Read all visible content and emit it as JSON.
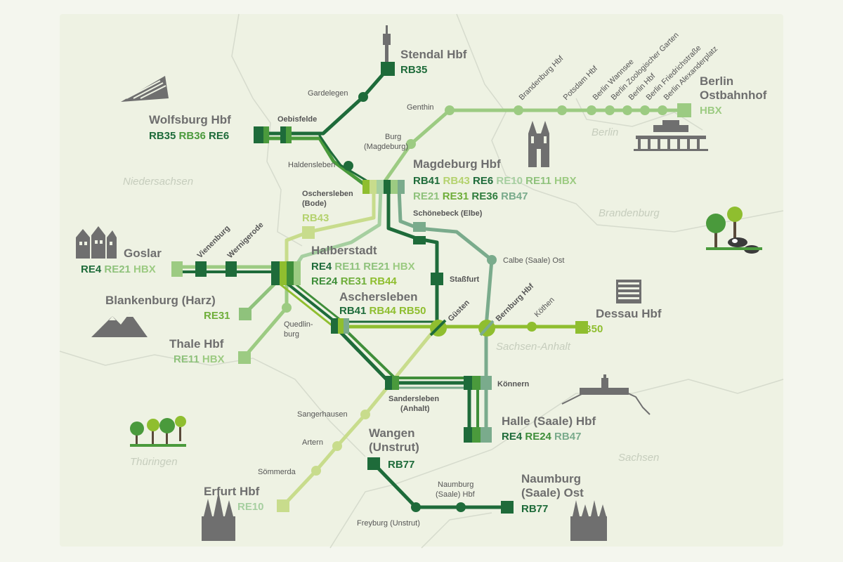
{
  "colors": {
    "background": "#f4f6ee",
    "map_panel": "#eef2e3",
    "border": "#d3d8ca",
    "dark_green": "#1e6b3a",
    "mid_green": "#4a9a3c",
    "lime_green": "#8fbe2f",
    "light_green": "#c8dc8c",
    "pale_green": "#9ccb82",
    "teal_green": "#7aab8c",
    "grey_icon": "#6f6f6f"
  },
  "regions": {
    "niedersachsen": "Niedersachsen",
    "berlin": "Berlin",
    "brandenburg": "Brandenburg",
    "sachsen_anhalt": "Sachsen-Anhalt",
    "thueringen": "Thüringen",
    "sachsen": "Sachsen"
  },
  "hubs": {
    "stendal": {
      "name": "Stendal Hbf",
      "lines": [
        "RB35"
      ]
    },
    "wolfsburg": {
      "name": "Wolfsburg Hbf",
      "lines": [
        "RB35",
        "RB36",
        "RE6"
      ]
    },
    "berlin_ost": {
      "name_1": "Berlin",
      "name_2": "Ostbahnhof",
      "lines": [
        "HBX"
      ]
    },
    "magdeburg": {
      "name": "Magdeburg Hbf",
      "lines_row1": [
        "RB41",
        "RB43",
        "RE6",
        "RE10",
        "RE11",
        "HBX"
      ],
      "lines_row2": [
        "RE21",
        "RE31",
        "RE36",
        "RB47"
      ]
    },
    "oschersleben": {
      "name_1": "Oschersleben",
      "name_2": "(Bode)",
      "lines": [
        "RB43"
      ]
    },
    "goslar": {
      "name": "Goslar",
      "lines": [
        "RE4",
        "RE21",
        "HBX"
      ]
    },
    "halberstadt": {
      "name": "Halberstadt",
      "lines_row1": [
        "RE4",
        "RE11",
        "RE21",
        "HBX"
      ],
      "lines_row2": [
        "RE24",
        "RE31",
        "RB44"
      ]
    },
    "aschersleben": {
      "name": "Aschersleben",
      "lines": [
        "RB41",
        "RB44",
        "RB50"
      ]
    },
    "blankenburg": {
      "name": "Blankenburg (Harz)",
      "lines": [
        "RE31"
      ]
    },
    "thale": {
      "name": "Thale Hbf",
      "lines": [
        "RE11",
        "HBX"
      ]
    },
    "dessau": {
      "name": "Dessau Hbf",
      "lines": [
        "RB50"
      ]
    },
    "halle": {
      "name": "Halle (Saale) Hbf",
      "lines": [
        "RE4",
        "RE24",
        "RB47"
      ]
    },
    "wangen": {
      "name_1": "Wangen",
      "name_2": "(Unstrut)",
      "lines": [
        "RB77"
      ]
    },
    "naumburg_ost": {
      "name_1": "Naumburg",
      "name_2": "(Saale) Ost",
      "lines": [
        "RB77"
      ]
    },
    "erfurt": {
      "name": "Erfurt Hbf",
      "lines": [
        "RE10"
      ]
    }
  },
  "stations": {
    "gardelegen": "Gardelegen",
    "oebisfelde": "Oebisfelde",
    "haldensleben": "Haldensleben",
    "genthin": "Genthin",
    "burg_1": "Burg",
    "burg_2": "(Magdeburg)",
    "brandenburg_hbf": "Brandenburg Hbf",
    "potsdam": "Potsdam Hbf",
    "wannsee": "Berlin Wannsee",
    "zoo": "Berlin Zoologischer Garten",
    "berlin_hbf": "Berlin Hbf",
    "friedrichstr": "Berlin Friedrichstraße",
    "alexanderplatz": "Berlin Alexanderplatz",
    "schoenebeck": "Schönebeck (Elbe)",
    "vienenburg": "Vienenburg",
    "wernigerode": "Wernigerode",
    "calbe": "Calbe (Saale) Ost",
    "stassfurt": "Staßfurt",
    "guesten": "Güsten",
    "bernburg": "Bernburg Hbf",
    "koethen": "Köthen",
    "quedlinburg_1": "Quedlin-",
    "quedlinburg_2": "burg",
    "sandersleben_1": "Sandersleben",
    "sandersleben_2": "(Anhalt)",
    "koennern": "Könnern",
    "sangerhausen": "Sangerhausen",
    "artern": "Artern",
    "soemmerda": "Sömmerda",
    "naumburg_hbf_1": "Naumburg",
    "naumburg_hbf_2": "(Saale) Hbf",
    "freyburg": "Freyburg (Unstrut)"
  },
  "line_colors": {
    "RB35": "#1e6b3a",
    "RB36": "#4a9a3c",
    "RE6": "#1e6b3a",
    "HBX": "#9ccb82",
    "RB41": "#1e6b3a",
    "RB43": "#b4d26e",
    "RE10": "#a6cfa0",
    "RE11": "#8fc27c",
    "RE21": "#8fc27c",
    "RE31": "#6fae3a",
    "RE36": "#2f7d3e",
    "RB47": "#7aab8c",
    "RE4": "#1e6b3a",
    "RE24": "#3f8e3a",
    "RB44": "#8fbe2f",
    "RB50": "#8fbe2f",
    "RB77": "#1e6b3a"
  },
  "icons": [
    "watchtower-icon",
    "vw-factory-icon",
    "brandenburger-tor-icon",
    "magdeburg-cathedral-icon",
    "goslar-houses-icon",
    "harz-mountains-icon",
    "dessau-building-icon",
    "halle-castle-icon",
    "erfurt-cathedral-icon",
    "naumburg-cathedral-icon",
    "trees-icon",
    "cows-icon"
  ]
}
